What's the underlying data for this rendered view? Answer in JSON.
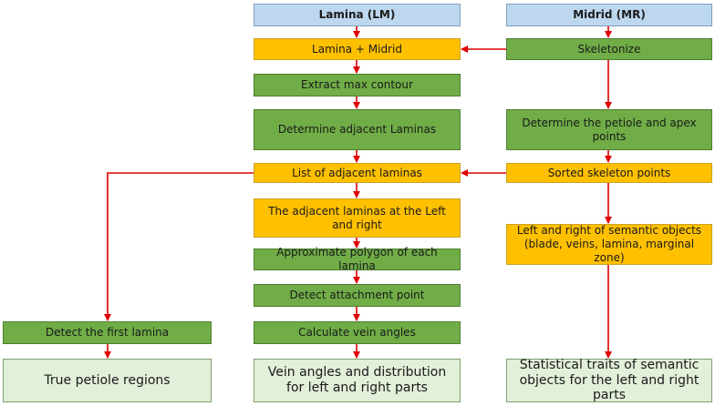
{
  "nodes": {
    "lamina_lm": "Lamina (LM)",
    "midrid_mr": "Midrid (MR)",
    "lamina_midrid": "Lamina + Midrid",
    "skeletonize": "Skeletonize",
    "extract_contour": "Extract max contour",
    "determine_adjacent": "Determine adjacent Laminas",
    "determine_petiole": "Determine the petiole and apex points",
    "list_adjacent": "List of adjacent laminas",
    "sorted_skeleton": "Sorted skeleton points",
    "adjacent_left_right": "The adjacent laminas at the Left and right",
    "left_right_semantic": "Left and right of semantic objects (blade, veins, lamina, marginal zone)",
    "approx_polygon": "Approximate polygon of each lamina",
    "detect_attachment": "Detect attachment point",
    "detect_first": "Detect the first lamina",
    "calc_vein_angles": "Calculate vein angles",
    "true_petiole": "True petiole regions",
    "vein_distribution": "Vein angles and distribution for left and right parts",
    "statistical_traits": "Statistical traits of semantic objects for the left and right parts"
  },
  "colors": {
    "blue": "#bdd7ee",
    "orange": "#ffc000",
    "green": "#70ad47",
    "light_green": "#e2efd9",
    "arrow": "#e00000"
  }
}
